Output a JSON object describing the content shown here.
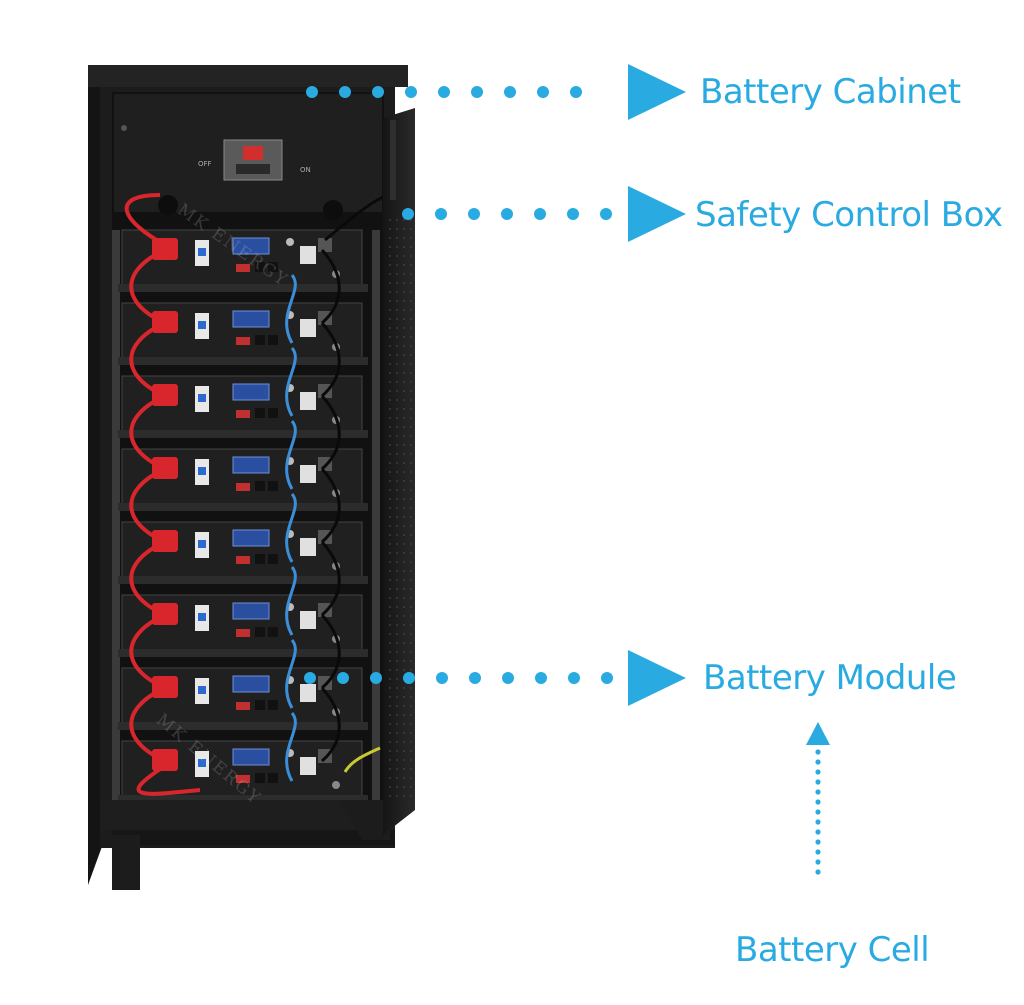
{
  "labels": {
    "battery_cabinet": "Battery Cabinet",
    "safety_control_box": "Safety Control Box",
    "battery_module": "Battery Module",
    "battery_cell": "Battery Cell"
  },
  "watermark": "MK ENERGY",
  "switch_labels": {
    "off": "OFF",
    "on": "ON"
  },
  "colors": {
    "accent": "#29abe2",
    "cabinet": "#1c1c1c",
    "red_cable": "#d9262c",
    "blue_cable": "#3a8fd8",
    "lcd": "#2b4fa0"
  },
  "module_count": 8
}
